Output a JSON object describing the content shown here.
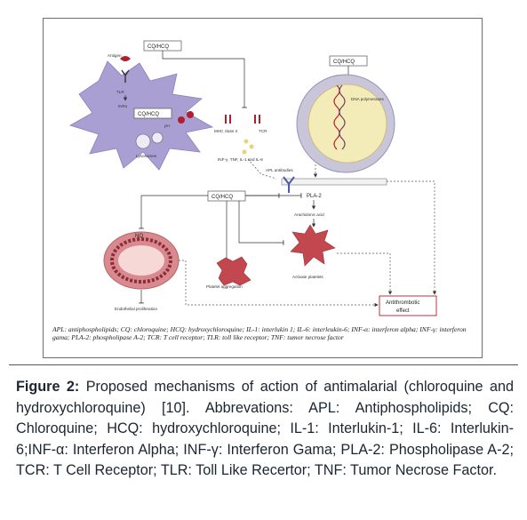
{
  "diagram": {
    "antigen": "Antigen",
    "tlr": "TLR",
    "infa": "INFα",
    "cq_hcq_top": "CQ/HCQ",
    "cq_hcq_lysosome": "CQ/HCQ",
    "cq_hcq_dna": "CQ/HCQ",
    "cq_hcq_center": "CQ/HCQ",
    "ph": "pH",
    "lysosomes": "Lysosomes",
    "mhc": "MHC class II",
    "tcr": "TCR",
    "dna_polymerases": "DNA polymerases",
    "cytokines": "INF-γ, TNF, IL-1 and IL-6",
    "apl_antibodies": "APL antibodies",
    "pla2": "PLA-2",
    "arachidonic": "Arachidonic acid",
    "no": "NO",
    "activate_platelets": "Activate platelets",
    "platelet_aggregation": "Platelet aggregation",
    "endothelial": "Endothelial proliferation",
    "antithrombotic_1": "Antithrombotic",
    "antithrombotic_2": "effect"
  },
  "legend": "APL: antiphospholipids; CQ: chloroquine; HCQ: hydroxychloroquine; IL-1: interlukin 1; IL-6: interleukin-6; INF-α: interferon alpha; INF-γ: interferon gama; PLA-2: phospholipase A-2; TCR: T cell receptor; TLR: toll like receptor; TNF: tumor necrose factor",
  "caption": {
    "label": "Figure 2:",
    "text": " Proposed mechanisms of action of antimalarial (chloroquine and hydroxychloroquine) [10]. Abbrevations: APL: Antiphospholipids; CQ: Chloroquine; HCQ: hydroxychloroquine; IL-1: Interlukin-1; IL-6: Interlukin-6;INF-α: Interferon Alpha; INF-γ: Interferon Gama; PLA-2: Phospholipase A-2; TCR: T Cell Receptor; TLR: Toll Like Recertor; TNF: Tumor Necrose Factor."
  },
  "colors": {
    "dendritic_cell": "#a99fd3",
    "t_cell_outer": "#c9c6da",
    "t_cell_inner": "#f4ecb8",
    "platelet": "#c3474f",
    "vessel": "#d98a8e",
    "accent_red": "#b01e2f"
  }
}
